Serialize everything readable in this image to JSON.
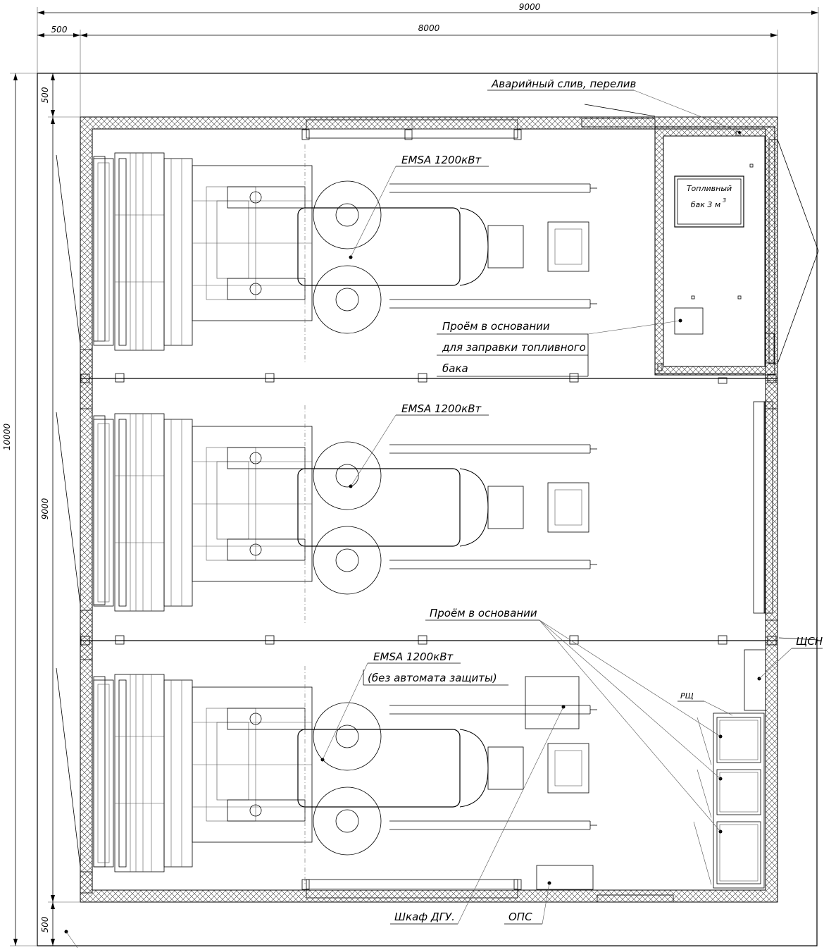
{
  "dimensions": {
    "total_width": "9000",
    "left_offset": "500",
    "inner_width": "8000",
    "total_height": "10000",
    "inner_height": "9000",
    "top_offset": "500",
    "bottom_offset": "500"
  },
  "gensets": [
    {
      "label": "EMSA 1200кВт",
      "sublabel": ""
    },
    {
      "label": "EMSA 1200кВт",
      "sublabel": ""
    },
    {
      "label": "EMSA 1200кВт",
      "sublabel": "(без автомата защиты)"
    }
  ],
  "callouts": {
    "emergency_drain": "Аварийный слив, перелив",
    "fuel_tank_line1": "Топливный",
    "fuel_tank_line2": "бак 3 м",
    "fuel_tank_sup": "3",
    "base_opening_line1": "Проём в основании",
    "base_opening_line2": "для заправки топливного",
    "base_opening_line3": "бака",
    "base_opening": "Проём в основании",
    "shsn": "ЩСН",
    "rsh": "РЩ",
    "dgu_cabinet": "Шкаф ДГУ.",
    "ops": "ОПС"
  }
}
